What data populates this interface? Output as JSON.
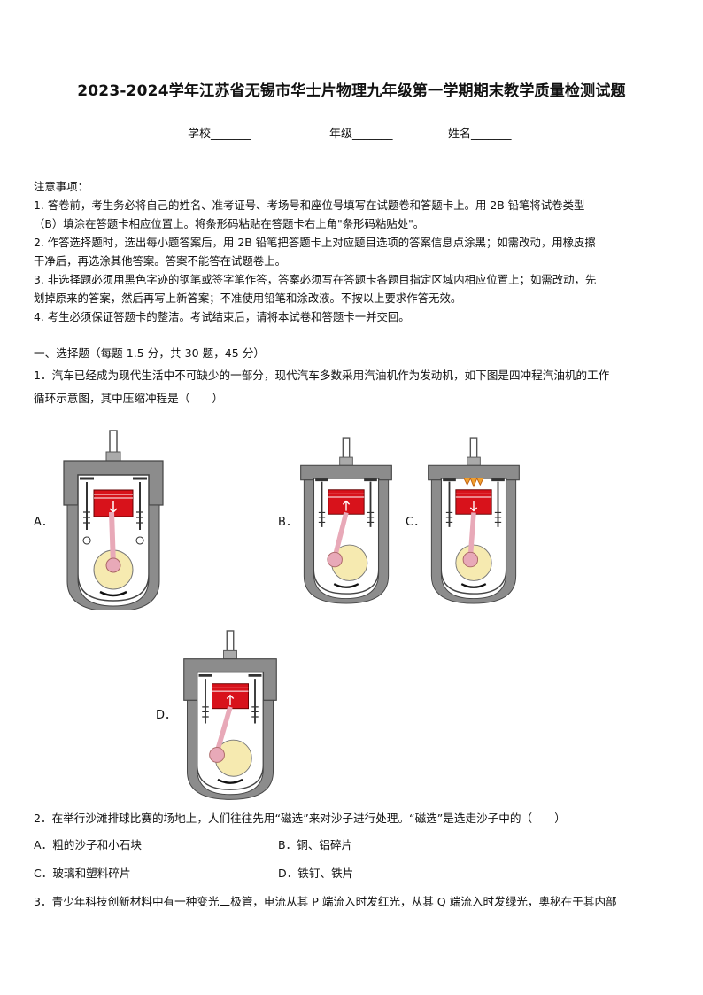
{
  "title": "2023-2024学年江苏省无锡市华士片物理九年级第一学期期末教学质量检测试题",
  "fields": {
    "school": "学校_______",
    "grade": "年级_______",
    "name": "姓名_______"
  },
  "notice": {
    "heading": "注意事项：",
    "line1a": "1. 答卷前，考生务必将自己的姓名、准考证号、考场号和座位号填写在试题卷和答题卡上。用 2B 铅笔将试卷类型",
    "line1b": "（B）填涂在答题卡相应位置上。将条形码粘贴在答题卡右上角\"条形码粘贴处\"。",
    "line2a": "2. 作答选择题时，选出每小题答案后，用 2B 铅笔把答题卡上对应题目选项的答案信息点涂黑；如需改动，用橡皮擦",
    "line2b": "干净后，再选涂其他答案。答案不能答在试题卷上。",
    "line3a": "3. 非选择题必须用黑色字迹的钢笔或签字笔作答，答案必须写在答题卡各题目指定区域内相应位置上；如需改动，先",
    "line3b": "划掉原来的答案，然后再写上新答案；不准使用铅笔和涂改液。不按以上要求作答无效。",
    "line4": "4. 考生必须保证答题卡的整洁。考试结束后，请将本试卷和答题卡一并交回。"
  },
  "section1": "一、选择题（每题 1.5 分，共 30 题，45 分）",
  "q1": {
    "line1": "1．汽车已经成为现代生活中不可缺少的一部分，现代汽车多数采用汽油机作为发动机，如下图是四冲程汽油机的工作",
    "line2": "循环示意图，其中压缩冲程是（　　）",
    "labels": {
      "a": "A．",
      "b": "B．",
      "c": "C．",
      "d": "D．"
    }
  },
  "q2": {
    "stem": "2．在举行沙滩排球比赛的场地上，人们往往先用“磁选”来对沙子进行处理。“磁选”是选走沙子中的（　　）",
    "a": "A．粗的沙子和小石块",
    "b": "B．铜、铝碎片",
    "c": "C．玻璃和塑料碎片",
    "d": "D．铁钉、铁片"
  },
  "q3": {
    "stem": "3．青少年科技创新材料中有一种变光二极管，电流从其 P 端流入时发红光，从其 Q 端流入时发绿光，奥秘在于其内部"
  },
  "colors": {
    "piston": "#d8121b",
    "frame": "#8c8c8c",
    "crank": "#f6eab0",
    "rod": "#e8a9b8"
  }
}
